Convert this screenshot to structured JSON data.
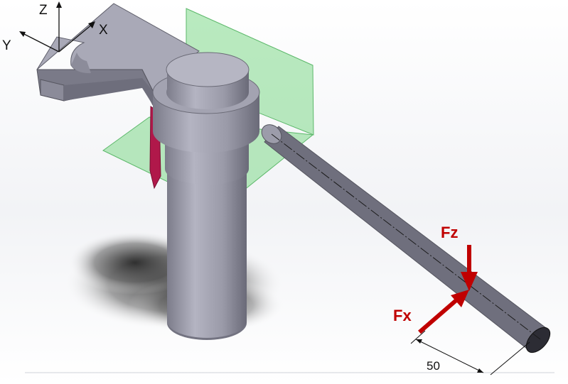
{
  "axes": {
    "z_label": "Z",
    "x_label": "X",
    "y_label": "Y"
  },
  "forces": {
    "fz_label": "Fz",
    "fx_label": "Fx"
  },
  "dimension": {
    "value": "50"
  },
  "colors": {
    "background": "#ffffff",
    "part_face": "#a9a9b7",
    "part_dark": "#73737f",
    "plane": "#7fd98a",
    "force": "#c00000",
    "section_cut": "#b0184a"
  }
}
